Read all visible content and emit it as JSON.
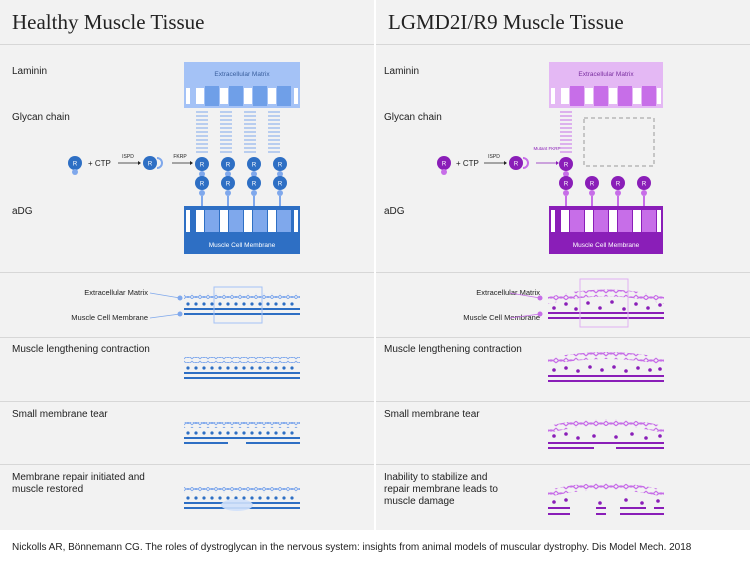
{
  "left": {
    "title": "Healthy Muscle Tissue",
    "labels": {
      "laminin": "Laminin",
      "glycan": "Glycan chain",
      "adg": "aDG",
      "ecm_box": "Extracellular Matrix",
      "membrane_box": "Muscle Cell Membrane",
      "ctp": "+ CTP",
      "ispd": "ISPD",
      "enzyme": "FKRP",
      "r": "R"
    },
    "annotations": {
      "ecm": "Extracellular Matrix",
      "membrane": "Muscle Cell Membrane"
    },
    "stages": [
      "Muscle lengthening contraction",
      "Small membrane tear",
      "Membrane repair initiated and muscle restored"
    ]
  },
  "right": {
    "title": "LGMD2I/R9 Muscle Tissue",
    "labels": {
      "laminin": "Laminin",
      "glycan": "Glycan chain",
      "adg": "aDG",
      "ecm_box": "Extracellular Matrix",
      "membrane_box": "Muscle Cell Membrane",
      "ctp": "+ CTP",
      "ispd": "ISPD",
      "enzyme": "Mutant FKRP",
      "r": "R"
    },
    "annotations": {
      "ecm": "Extracellular Matrix",
      "membrane": "Muscle Cell Membrane"
    },
    "stages": [
      "Muscle lengthening contraction",
      "Small membrane tear",
      "Inability to stabilize and repair membrane leads to muscle damage"
    ]
  },
  "footer": "Nickolls AR, Bönnemann CG. The roles of dystroglycan in the nervous system: insights from animal models of muscular dystrophy. Dis Model Mech. 2018",
  "colors": {
    "healthy_dark": "#2e6fc4",
    "healthy_mid": "#7fa8ec",
    "healthy_light": "#b8cef6",
    "disease_dark": "#8a1eb8",
    "disease_mid": "#c76ee8",
    "disease_light": "#e4b8f4",
    "panel_bg": "#f2f2f2"
  }
}
